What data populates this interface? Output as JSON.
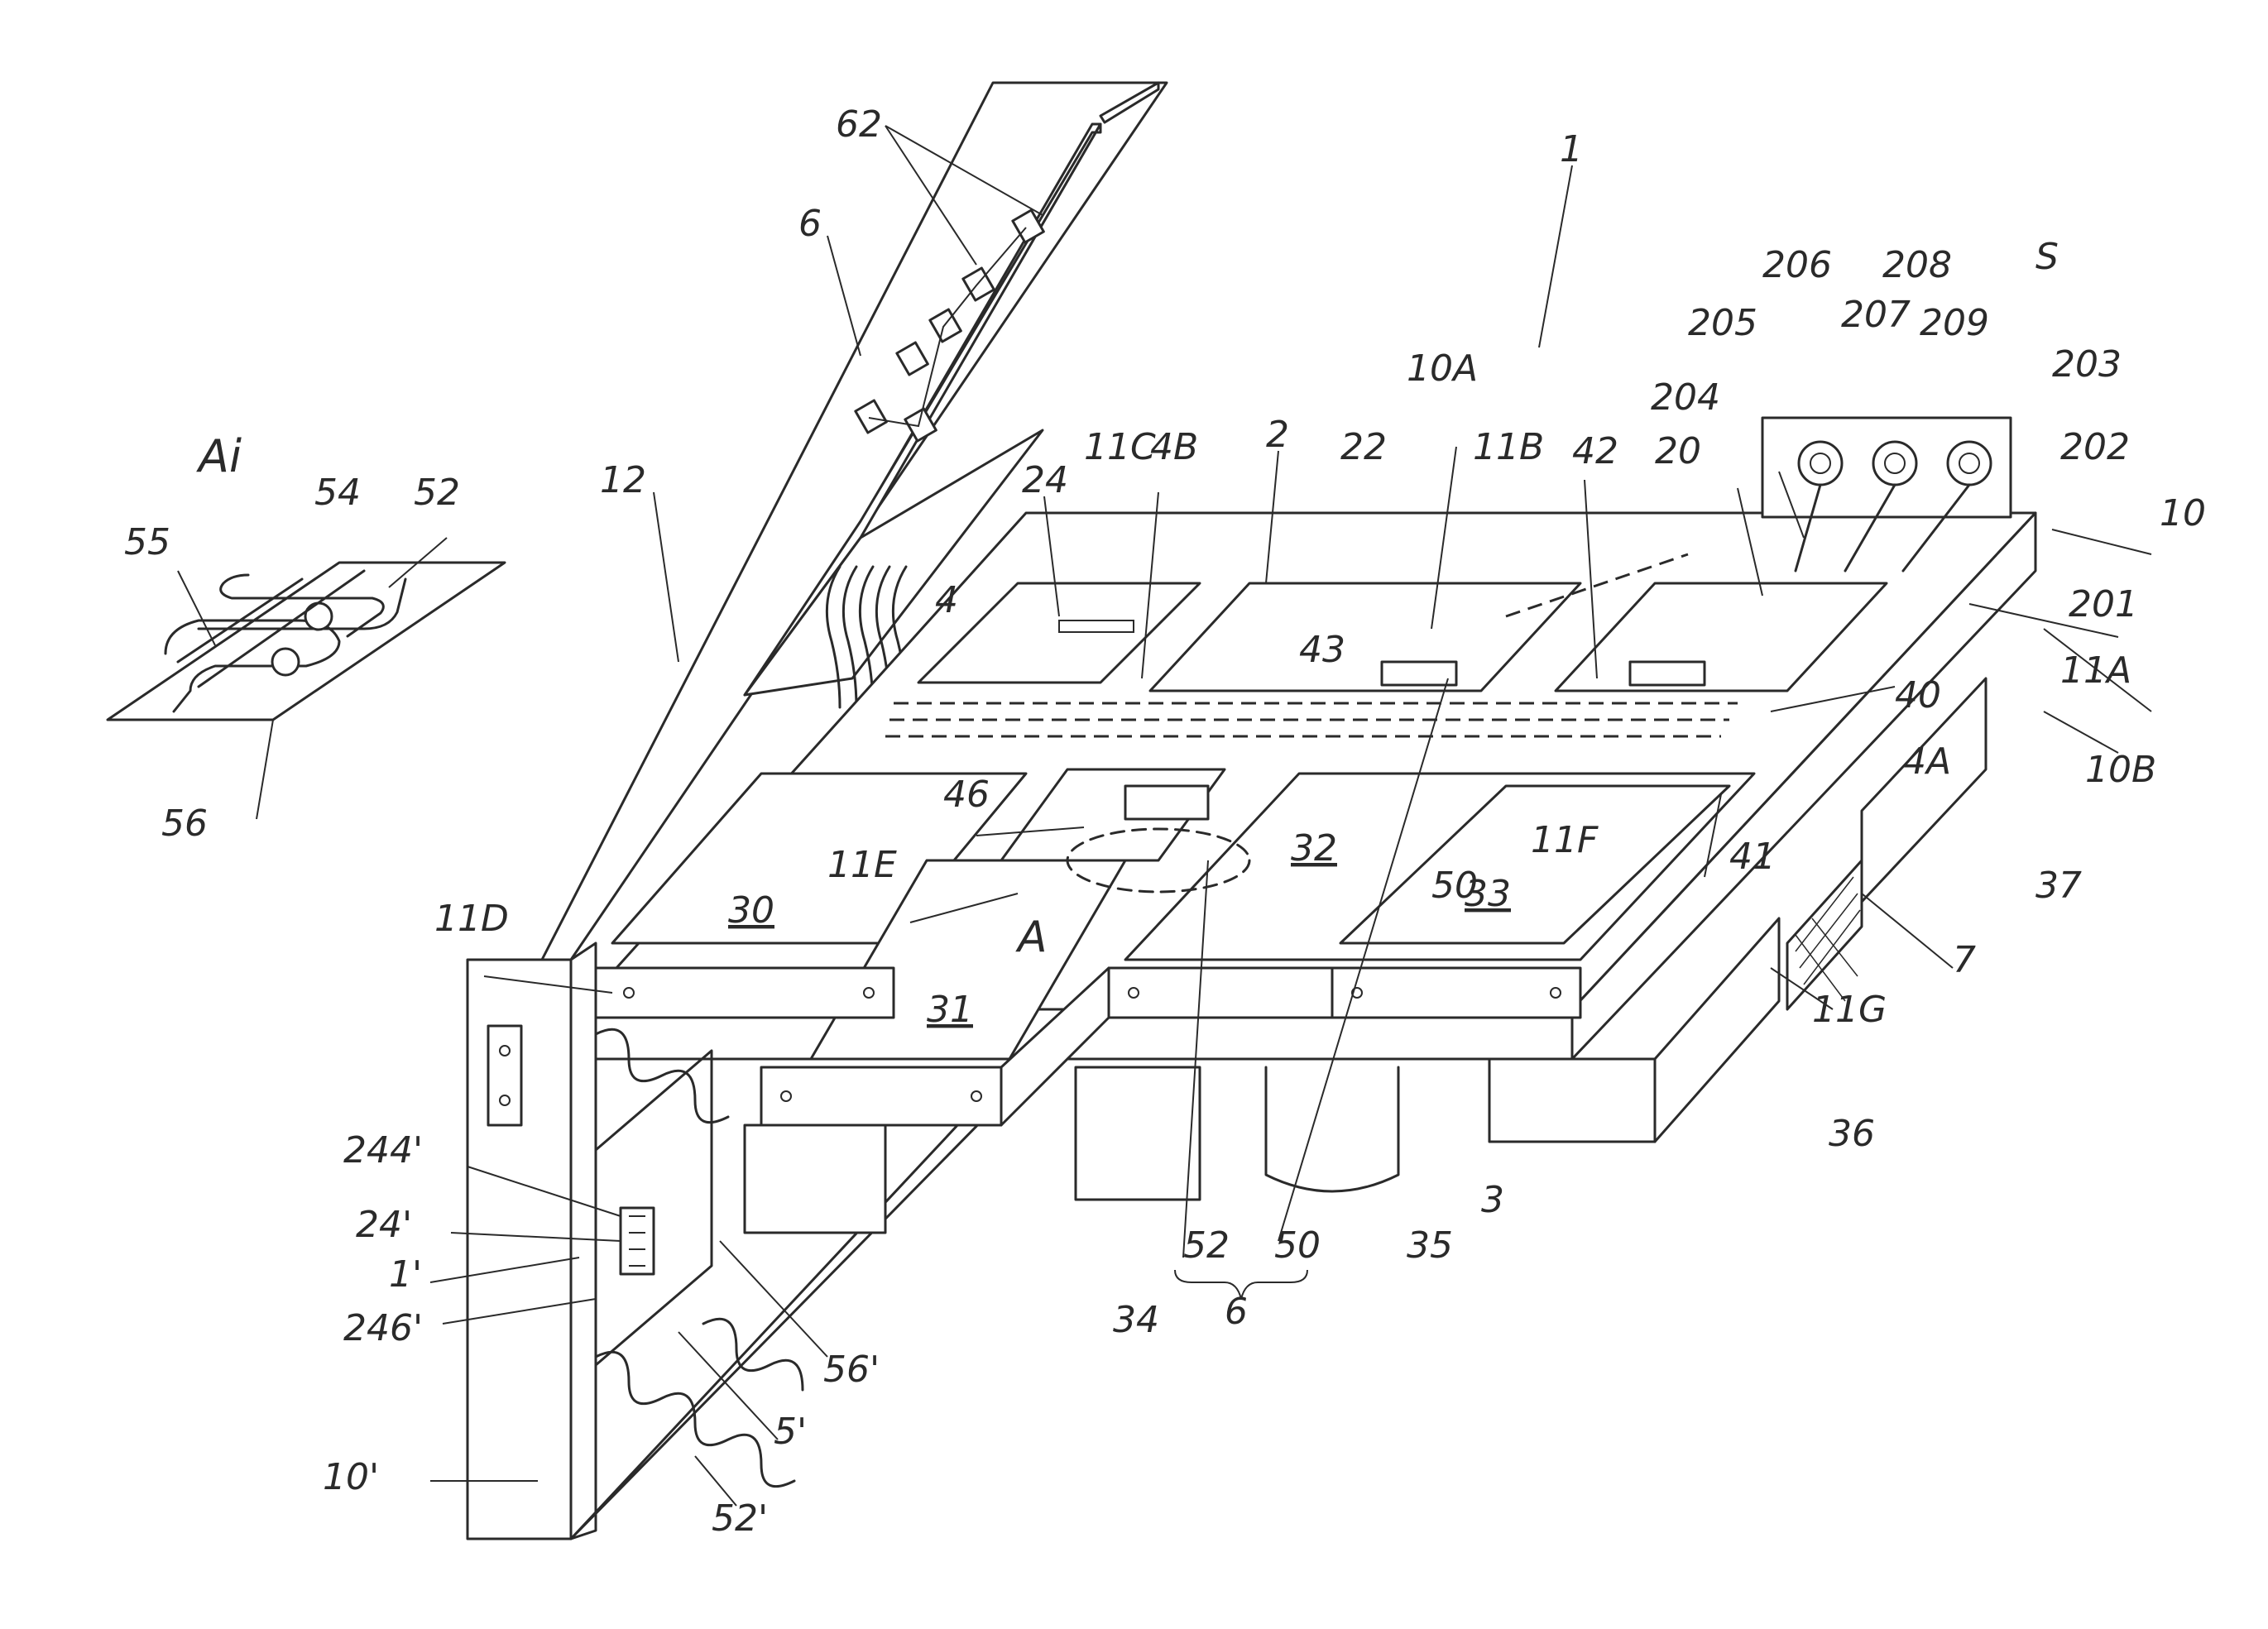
{
  "figure": {
    "ref_labels": [
      {
        "id": "1",
        "text": "1"
      },
      {
        "id": "Ai",
        "text": "Ai"
      },
      {
        "id": "54",
        "text": "54"
      },
      {
        "id": "52a",
        "text": "52"
      },
      {
        "id": "55",
        "text": "55"
      },
      {
        "id": "56",
        "text": "56"
      },
      {
        "id": "62",
        "text": "62"
      },
      {
        "id": "6a",
        "text": "6"
      },
      {
        "id": "12",
        "text": "12"
      },
      {
        "id": "24",
        "text": "24"
      },
      {
        "id": "11C",
        "text": "11C"
      },
      {
        "id": "4B",
        "text": "4B"
      },
      {
        "id": "2",
        "text": "2"
      },
      {
        "id": "22",
        "text": "22"
      },
      {
        "id": "10A",
        "text": "10A"
      },
      {
        "id": "11B",
        "text": "11B"
      },
      {
        "id": "42",
        "text": "42"
      },
      {
        "id": "4",
        "text": "4"
      },
      {
        "id": "43",
        "text": "43"
      },
      {
        "id": "20",
        "text": "20"
      },
      {
        "id": "204",
        "text": "204"
      },
      {
        "id": "205",
        "text": "205"
      },
      {
        "id": "206",
        "text": "206"
      },
      {
        "id": "207",
        "text": "207"
      },
      {
        "id": "208",
        "text": "208"
      },
      {
        "id": "209",
        "text": "209"
      },
      {
        "id": "S",
        "text": "S"
      },
      {
        "id": "203",
        "text": "203"
      },
      {
        "id": "202",
        "text": "202"
      },
      {
        "id": "10",
        "text": "10"
      },
      {
        "id": "201",
        "text": "201"
      },
      {
        "id": "11A",
        "text": "11A"
      },
      {
        "id": "10B",
        "text": "10B"
      },
      {
        "id": "40",
        "text": "40"
      },
      {
        "id": "4A",
        "text": "4A"
      },
      {
        "id": "41",
        "text": "41"
      },
      {
        "id": "37",
        "text": "37"
      },
      {
        "id": "7",
        "text": "7"
      },
      {
        "id": "11G",
        "text": "11G"
      },
      {
        "id": "36",
        "text": "36"
      },
      {
        "id": "46",
        "text": "46"
      },
      {
        "id": "11E",
        "text": "11E"
      },
      {
        "id": "32",
        "text": "32"
      },
      {
        "id": "11F",
        "text": "11F"
      },
      {
        "id": "33",
        "text": "33"
      },
      {
        "id": "11D",
        "text": "11D"
      },
      {
        "id": "30",
        "text": "30"
      },
      {
        "id": "A",
        "text": "A"
      },
      {
        "id": "31",
        "text": "31"
      },
      {
        "id": "50",
        "text": "50"
      },
      {
        "id": "3",
        "text": "3"
      },
      {
        "id": "35",
        "text": "35"
      },
      {
        "id": "52b",
        "text": "52"
      },
      {
        "id": "50b",
        "text": "50"
      },
      {
        "id": "6b",
        "text": "6"
      },
      {
        "id": "34",
        "text": "34"
      },
      {
        "id": "244p",
        "text": "244'"
      },
      {
        "id": "24p",
        "text": "24'"
      },
      {
        "id": "1p",
        "text": "1'"
      },
      {
        "id": "246p",
        "text": "246'"
      },
      {
        "id": "56p",
        "text": "56'"
      },
      {
        "id": "5p",
        "text": "5'"
      },
      {
        "id": "52p",
        "text": "52'"
      },
      {
        "id": "10p",
        "text": "10'"
      }
    ]
  }
}
